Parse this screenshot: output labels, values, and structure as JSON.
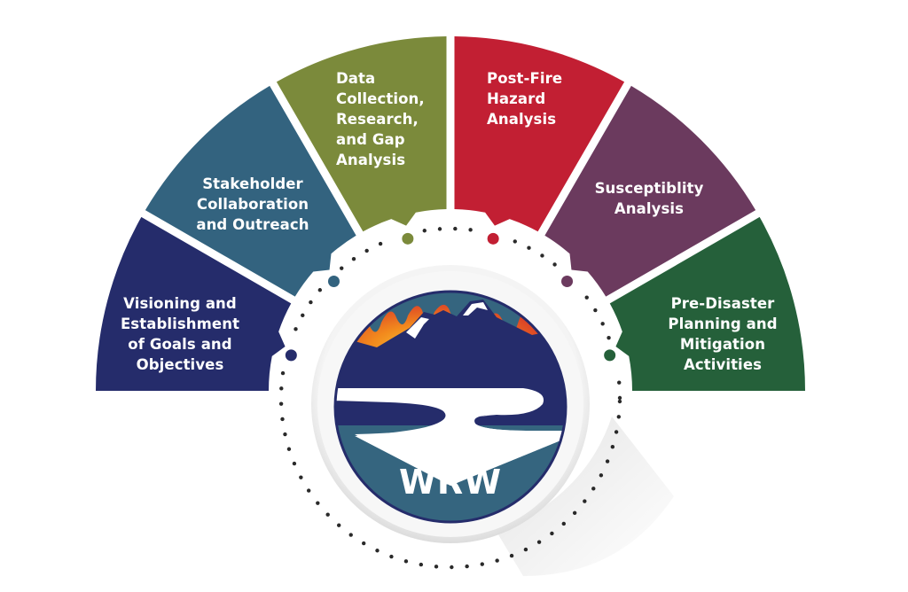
{
  "diagram": {
    "type": "semicircular-process-wheel",
    "center_logo": {
      "text": "WRW",
      "icon": "mountain-fire-river-logo"
    },
    "segments": [
      {
        "id": "visioning",
        "label": "Visioning and\nEstablishment\nof Goals and\nObjectives",
        "color": "#252c6b"
      },
      {
        "id": "stakeholder",
        "label": "Stakeholder\nCollaboration\nand Outreach",
        "color": "#33637f"
      },
      {
        "id": "data-collection",
        "label": "Data\nCollection,\nResearch,\nand Gap\nAnalysis",
        "color": "#7b8a3b"
      },
      {
        "id": "post-fire",
        "label": "Post-Fire\nHazard\nAnalysis",
        "color": "#c21f33"
      },
      {
        "id": "susceptibility",
        "label": "Susceptiblity\nAnalysis",
        "color": "#6b3a5e"
      },
      {
        "id": "pre-disaster",
        "label": "Pre-Disaster\nPlanning and\nMitigation\nActivities",
        "color": "#25603a"
      }
    ],
    "colors": {
      "background": "#ffffff",
      "dot": "#2a2a2a",
      "ring": "#eeeeee",
      "logo_navy": "#252c6b",
      "logo_teal": "#35657f",
      "logo_red": "#d42a2a",
      "logo_orange": "#f08a1c",
      "logo_yellow": "#f7c531"
    }
  }
}
